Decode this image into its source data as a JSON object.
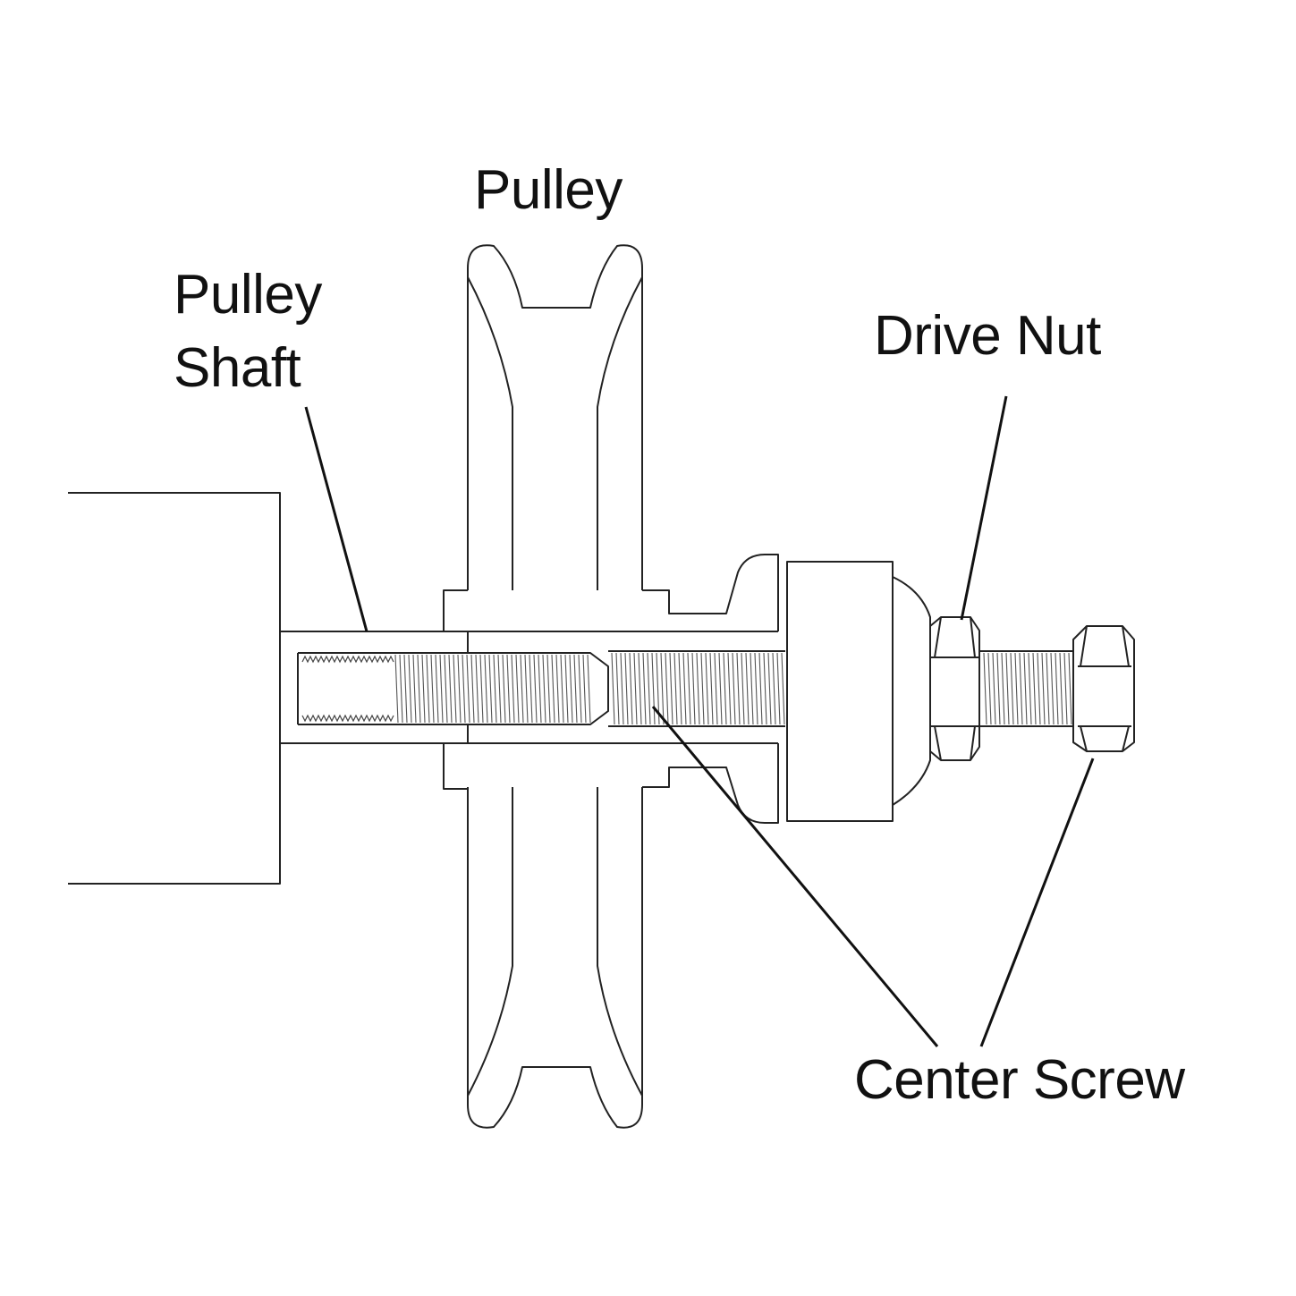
{
  "labels": {
    "pulley": "Pulley",
    "pulley_shaft_line1": "Pulley",
    "pulley_shaft_line2": "Shaft",
    "drive_nut": "Drive Nut",
    "center_screw": "Center Screw"
  },
  "colors": {
    "line": "#222222",
    "background": "#ffffff",
    "thread": "#555555"
  }
}
